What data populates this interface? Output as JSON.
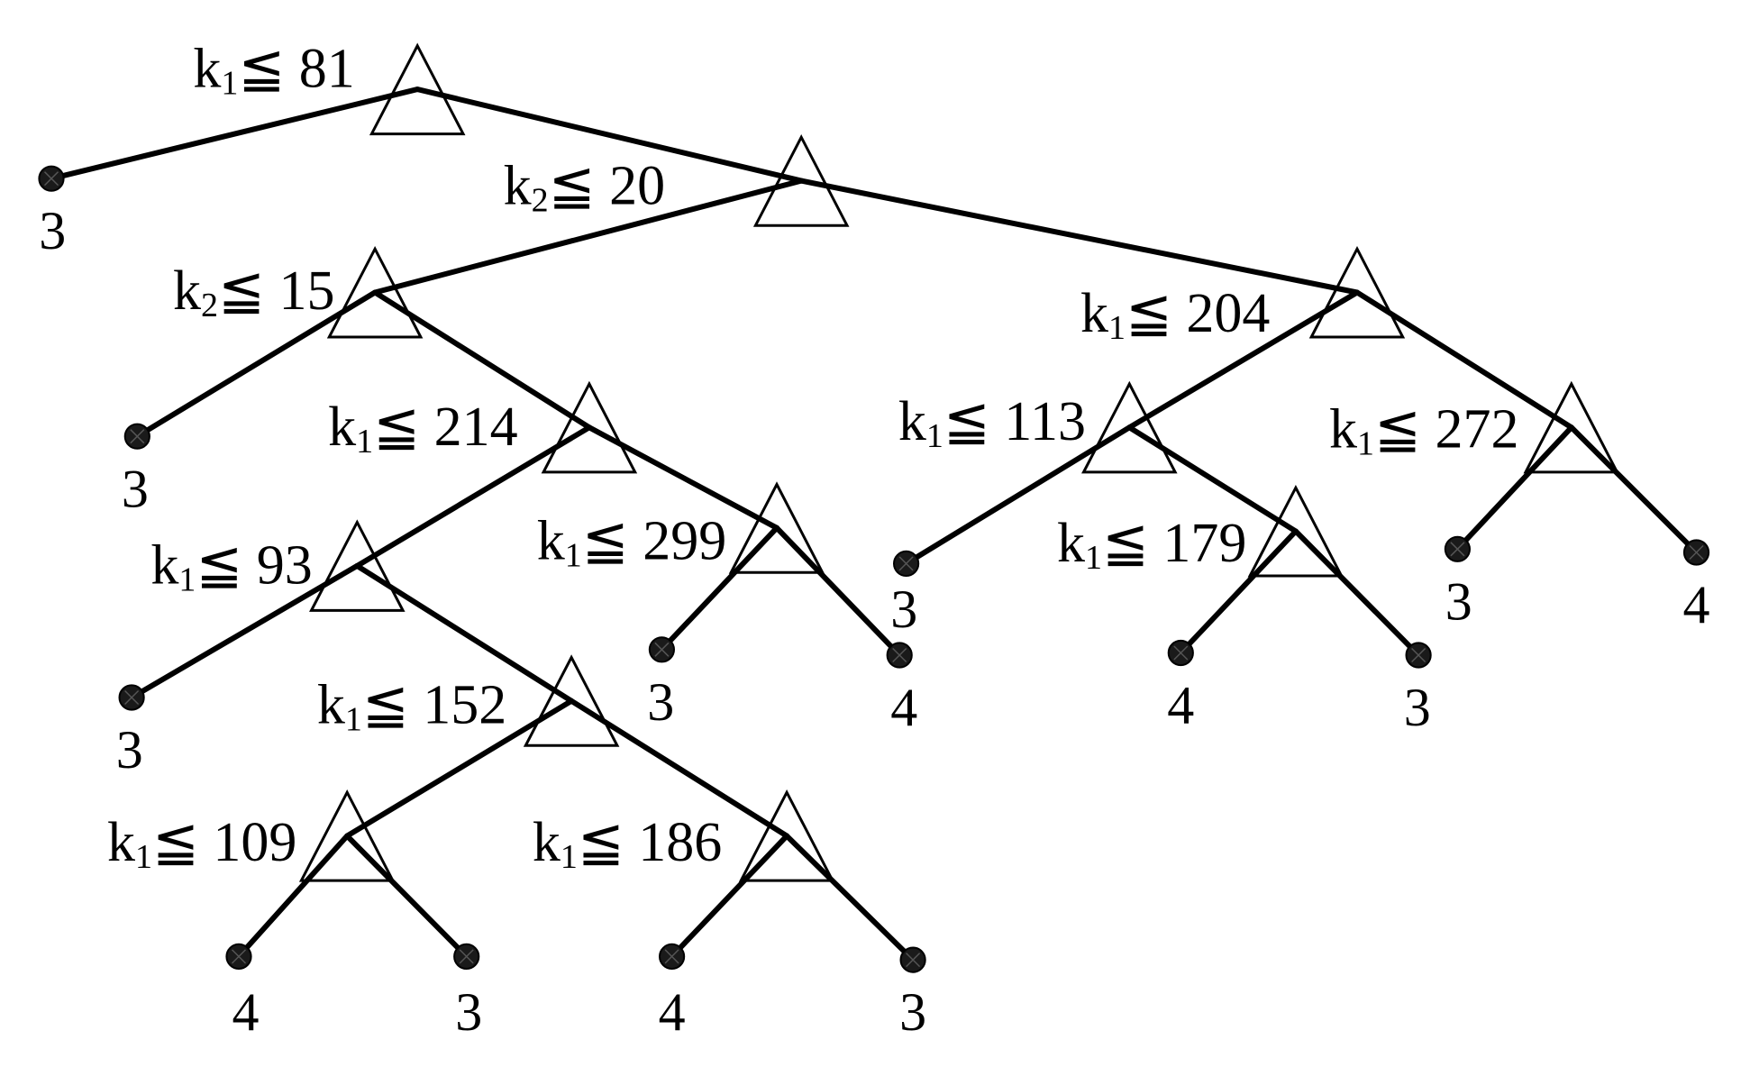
{
  "tree": {
    "nodes": [
      {
        "id": "n1",
        "var": "k",
        "sub": "1",
        "op": "≦",
        "value": "81"
      },
      {
        "id": "n2",
        "var": "k",
        "sub": "2",
        "op": "≦",
        "value": "20"
      },
      {
        "id": "n3",
        "var": "k",
        "sub": "2",
        "op": "≦",
        "value": "15"
      },
      {
        "id": "n4",
        "var": "k",
        "sub": "1",
        "op": "≦",
        "value": "204"
      },
      {
        "id": "n5",
        "var": "k",
        "sub": "1",
        "op": "≦",
        "value": "214"
      },
      {
        "id": "n6",
        "var": "k",
        "sub": "1",
        "op": "≦",
        "value": "113"
      },
      {
        "id": "n7",
        "var": "k",
        "sub": "1",
        "op": "≦",
        "value": "272"
      },
      {
        "id": "n8",
        "var": "k",
        "sub": "1",
        "op": "≦",
        "value": "93"
      },
      {
        "id": "n9",
        "var": "k",
        "sub": "1",
        "op": "≦",
        "value": "299"
      },
      {
        "id": "n10",
        "var": "k",
        "sub": "1",
        "op": "≦",
        "value": "179"
      },
      {
        "id": "n11",
        "var": "k",
        "sub": "1",
        "op": "≦",
        "value": "152"
      },
      {
        "id": "n12",
        "var": "k",
        "sub": "1",
        "op": "≦",
        "value": "109"
      },
      {
        "id": "n13",
        "var": "k",
        "sub": "1",
        "op": "≦",
        "value": "186"
      }
    ],
    "leaves": [
      {
        "id": "L1",
        "value": "3"
      },
      {
        "id": "L2",
        "value": "3"
      },
      {
        "id": "L3",
        "value": "3"
      },
      {
        "id": "L4",
        "value": "3"
      },
      {
        "id": "L5",
        "value": "4"
      },
      {
        "id": "L6",
        "value": "3"
      },
      {
        "id": "L7",
        "value": "4"
      },
      {
        "id": "L8",
        "value": "3"
      },
      {
        "id": "L9",
        "value": "3"
      },
      {
        "id": "L10",
        "value": "4"
      },
      {
        "id": "L11",
        "value": "4"
      },
      {
        "id": "L12",
        "value": "3"
      },
      {
        "id": "L13",
        "value": "4"
      },
      {
        "id": "L14",
        "value": "3"
      }
    ],
    "edges": [
      [
        "n1",
        "L1"
      ],
      [
        "n1",
        "n2"
      ],
      [
        "n2",
        "n3"
      ],
      [
        "n2",
        "n4"
      ],
      [
        "n3",
        "L2"
      ],
      [
        "n3",
        "n5"
      ],
      [
        "n5",
        "n8"
      ],
      [
        "n5",
        "n9"
      ],
      [
        "n8",
        "L3"
      ],
      [
        "n8",
        "n11"
      ],
      [
        "n9",
        "L4"
      ],
      [
        "n9",
        "L5"
      ],
      [
        "n11",
        "n12"
      ],
      [
        "n11",
        "n13"
      ],
      [
        "n12",
        "L11"
      ],
      [
        "n12",
        "L12"
      ],
      [
        "n13",
        "L13"
      ],
      [
        "n13",
        "L14"
      ],
      [
        "n4",
        "n6"
      ],
      [
        "n4",
        "n7"
      ],
      [
        "n6",
        "L6"
      ],
      [
        "n6",
        "n10"
      ],
      [
        "n10",
        "L7"
      ],
      [
        "n10",
        "L8"
      ],
      [
        "n7",
        "L9"
      ],
      [
        "n7",
        "L10"
      ]
    ]
  }
}
